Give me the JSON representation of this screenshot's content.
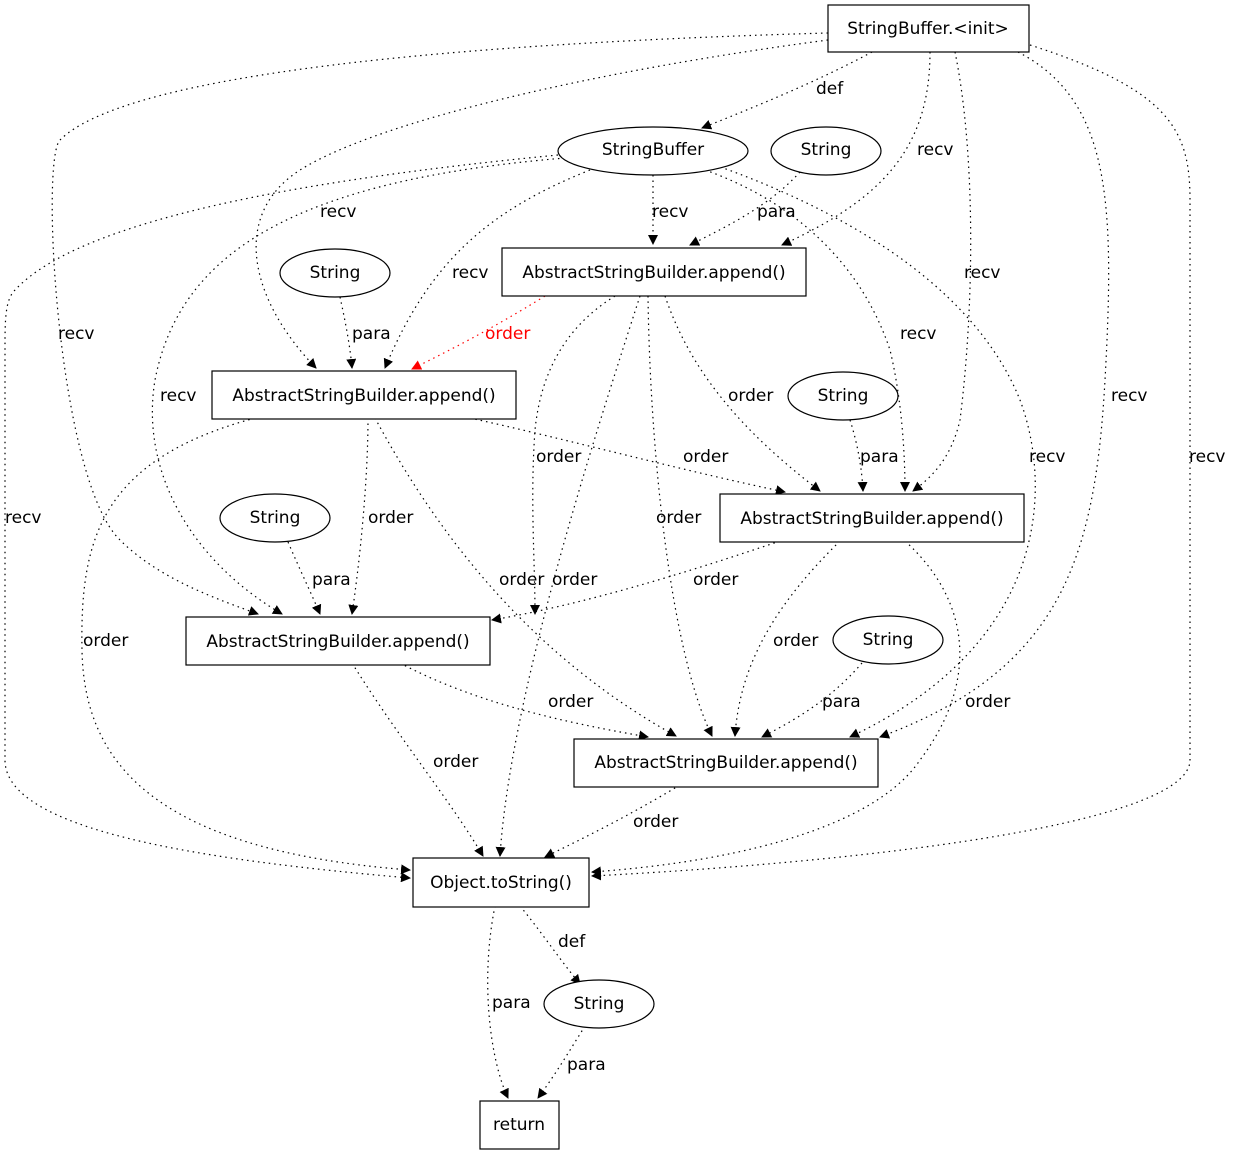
{
  "nodes": [
    {
      "id": "n_init",
      "label": "StringBuffer.<init>"
    },
    {
      "id": "n_sb",
      "label": "StringBuffer"
    },
    {
      "id": "n_s1",
      "label": "String"
    },
    {
      "id": "n_app1",
      "label": "AbstractStringBuilder.append()"
    },
    {
      "id": "n_s2",
      "label": "String"
    },
    {
      "id": "n_app2",
      "label": "AbstractStringBuilder.append()"
    },
    {
      "id": "n_s3",
      "label": "String"
    },
    {
      "id": "n_app3",
      "label": "AbstractStringBuilder.append()"
    },
    {
      "id": "n_s4",
      "label": "String"
    },
    {
      "id": "n_app4",
      "label": "AbstractStringBuilder.append()"
    },
    {
      "id": "n_s5",
      "label": "String"
    },
    {
      "id": "n_app5",
      "label": "AbstractStringBuilder.append()"
    },
    {
      "id": "n_tostr",
      "label": "Object.toString()"
    },
    {
      "id": "n_s6",
      "label": "String"
    },
    {
      "id": "n_ret",
      "label": "return"
    }
  ],
  "edges": [
    {
      "id": "e1",
      "label": "def"
    },
    {
      "id": "e2",
      "label": "recv"
    },
    {
      "id": "e3",
      "label": "recv"
    },
    {
      "id": "e4",
      "label": "recv"
    },
    {
      "id": "e5",
      "label": "recv"
    },
    {
      "id": "e6",
      "label": "recv"
    },
    {
      "id": "e7",
      "label": "recv"
    },
    {
      "id": "e8",
      "label": "recv"
    },
    {
      "id": "e9",
      "label": "recv"
    },
    {
      "id": "e10",
      "label": "recv"
    },
    {
      "id": "e11",
      "label": "recv"
    },
    {
      "id": "e12",
      "label": "recv"
    },
    {
      "id": "e13",
      "label": "recv"
    },
    {
      "id": "e14",
      "label": "para"
    },
    {
      "id": "e15",
      "label": "order",
      "color": "#ff0000"
    },
    {
      "id": "e16",
      "label": "order"
    },
    {
      "id": "e17",
      "label": "order"
    },
    {
      "id": "e18",
      "label": "order"
    },
    {
      "id": "e19",
      "label": "order"
    },
    {
      "id": "e20",
      "label": "para"
    },
    {
      "id": "e21",
      "label": "order"
    },
    {
      "id": "e22",
      "label": "order"
    },
    {
      "id": "e23",
      "label": "order"
    },
    {
      "id": "e24",
      "label": "order"
    },
    {
      "id": "e25",
      "label": "para"
    },
    {
      "id": "e26",
      "label": "order"
    },
    {
      "id": "e27",
      "label": "order"
    },
    {
      "id": "e28",
      "label": "order"
    },
    {
      "id": "e29",
      "label": "para"
    },
    {
      "id": "e30",
      "label": "order"
    },
    {
      "id": "e31",
      "label": "order"
    },
    {
      "id": "e32",
      "label": "para"
    },
    {
      "id": "e33",
      "label": "order"
    },
    {
      "id": "e34",
      "label": "def"
    },
    {
      "id": "e35",
      "label": "para"
    },
    {
      "id": "e36",
      "label": "para"
    }
  ]
}
